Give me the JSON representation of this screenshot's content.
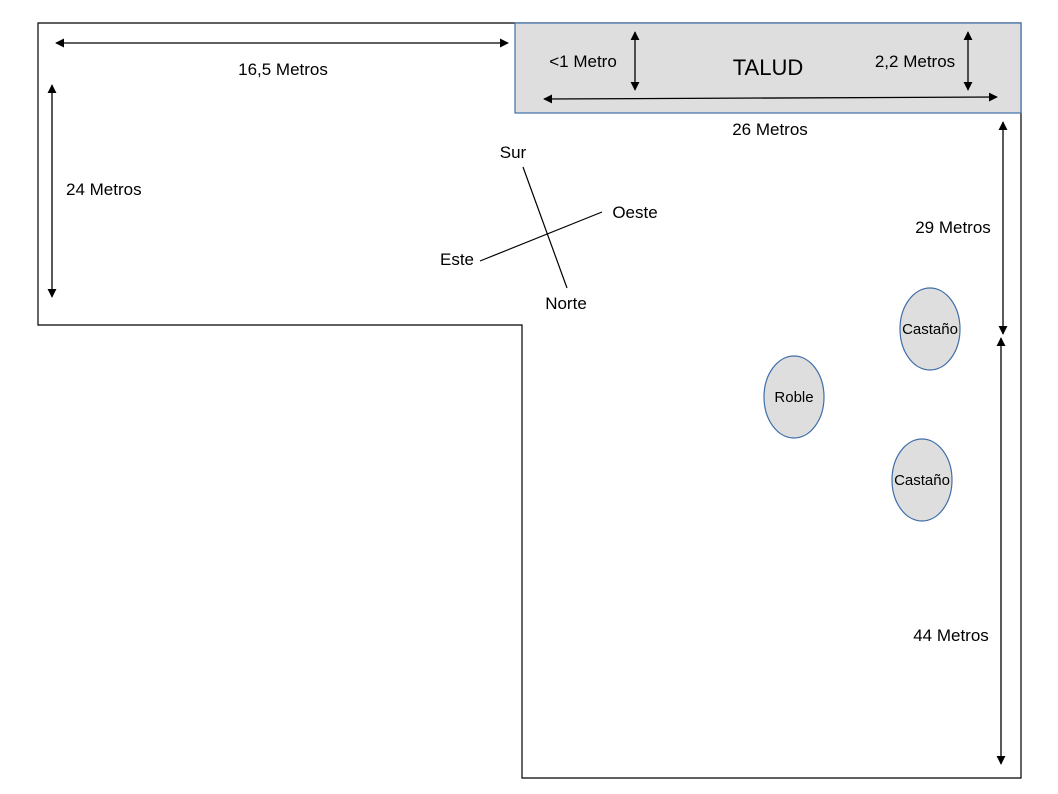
{
  "colors": {
    "outline": "#000000",
    "talud_fill": "#dedede",
    "talud_border": "#3f6ea8",
    "tree_fill": "#dedede",
    "tree_border": "#3f6ea8"
  },
  "talud": {
    "label": "TALUD",
    "depth_min": "<1 Metro",
    "depth_max": "2,2 Metros",
    "length": "26 Metros"
  },
  "dimensions": {
    "top_left_width": "16,5 Metros",
    "left_height": "24 Metros",
    "right_upper": "29 Metros",
    "right_lower": "44 Metros"
  },
  "compass": {
    "north": "Norte",
    "south": "Sur",
    "east": "Este",
    "west": "Oeste"
  },
  "trees": [
    {
      "label": "Castaño"
    },
    {
      "label": "Roble"
    },
    {
      "label": "Castaño"
    }
  ]
}
